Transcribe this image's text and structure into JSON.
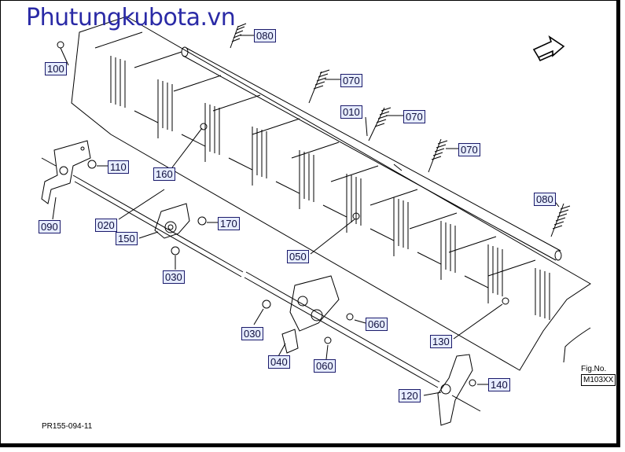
{
  "watermark": "Phutungkubota.vn",
  "drawing_code": "PR155-094-11",
  "figure_ref": {
    "line1": "Fig.No.",
    "line2": "M103XX"
  },
  "labels": [
    {
      "id": "100",
      "text": "100"
    },
    {
      "id": "080a",
      "text": "080"
    },
    {
      "id": "070a",
      "text": "070"
    },
    {
      "id": "010",
      "text": "010"
    },
    {
      "id": "070b",
      "text": "070"
    },
    {
      "id": "070c",
      "text": "070"
    },
    {
      "id": "110",
      "text": "110"
    },
    {
      "id": "160",
      "text": "160"
    },
    {
      "id": "080b",
      "text": "080"
    },
    {
      "id": "090",
      "text": "090"
    },
    {
      "id": "020",
      "text": "020"
    },
    {
      "id": "170",
      "text": "170"
    },
    {
      "id": "150",
      "text": "150"
    },
    {
      "id": "050",
      "text": "050"
    },
    {
      "id": "030a",
      "text": "030"
    },
    {
      "id": "060a",
      "text": "060"
    },
    {
      "id": "130",
      "text": "130"
    },
    {
      "id": "030b",
      "text": "030"
    },
    {
      "id": "040",
      "text": "040"
    },
    {
      "id": "060b",
      "text": "060"
    },
    {
      "id": "140",
      "text": "140"
    },
    {
      "id": "120",
      "text": "120"
    }
  ]
}
